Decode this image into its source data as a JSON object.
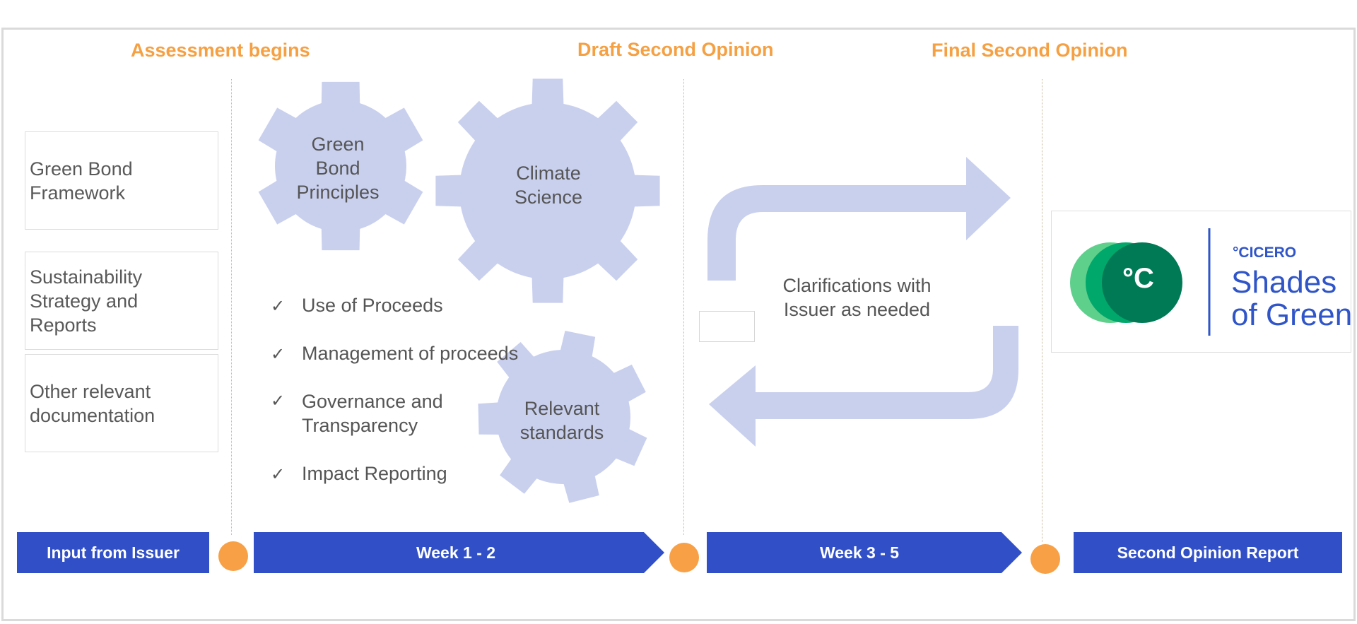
{
  "milestones": {
    "assessment": "Assessment begins",
    "draft": "Draft Second Opinion",
    "final": "Final Second Opinion"
  },
  "inputs": [
    {
      "label": "Green Bond\nFramework"
    },
    {
      "label": "Sustainability\nStrategy and\nReports"
    },
    {
      "label": "Other relevant\ndocumentation"
    }
  ],
  "gears": {
    "gbp": "Green\nBond\nPrinciples",
    "climate": "Climate\nScience",
    "standards": "Relevant\nstandards"
  },
  "checklist": [
    {
      "mark": "✓",
      "text": "Use of Proceeds"
    },
    {
      "mark": "✓",
      "text": "Management of proceeds"
    },
    {
      "mark": "✓",
      "text": "Governance and\nTransparency"
    },
    {
      "mark": "✓",
      "text": "Impact Reporting"
    }
  ],
  "clarifications": "Clarifications with\nIssuer as needed",
  "timeline": {
    "input": "Input from Issuer",
    "week12": "Week 1 - 2",
    "week35": "Week 3 - 5",
    "report": "Second Opinion Report"
  },
  "logo": {
    "symbol": "°C",
    "brand": "°CICERO",
    "product": "Shades\nof Green"
  },
  "colors": {
    "milestone": "#f5a043",
    "bar": "#3150c8",
    "dot": "#f8a046",
    "shape": "#c9d0ee",
    "logo_text": "#2f55c8",
    "logo_green_light": "#5fcf8c",
    "logo_green_mid": "#00a86b",
    "logo_green_dark": "#007a55"
  }
}
